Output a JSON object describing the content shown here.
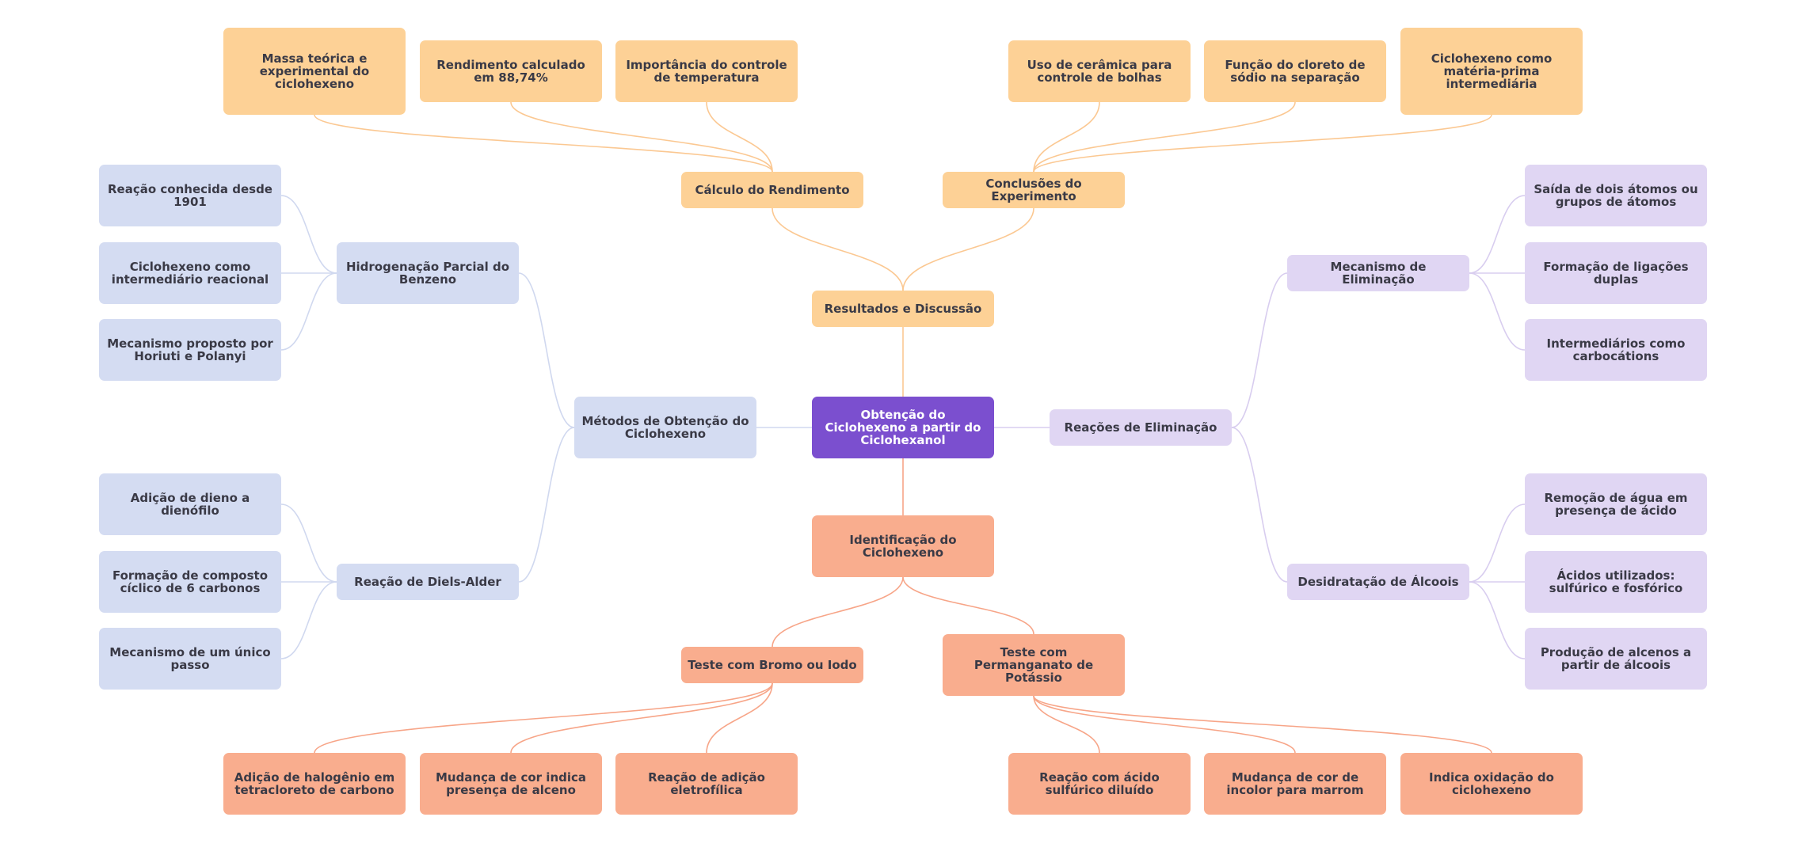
{
  "mindmap": {
    "center": "Obtenção do Ciclohexeno a partir do Ciclohexanol",
    "results": {
      "label": "Resultados e Discussão",
      "calculo": {
        "label": "Cálculo do Rendimento",
        "leaves": [
          "Massa teórica e experimental do ciclohexeno",
          "Rendimento calculado em 88,74%",
          "Importância do controle de temperatura"
        ]
      },
      "conclusoes": {
        "label": "Conclusões do Experimento",
        "leaves": [
          "Uso de cerâmica para controle de bolhas",
          "Função do cloreto de sódio na separação",
          "Ciclohexeno como matéria-prima intermediária"
        ]
      }
    },
    "metodos": {
      "label": "Métodos de Obtenção do Ciclohexeno",
      "hidrogenacao": {
        "label": "Hidrogenação Parcial do Benzeno",
        "leaves": [
          "Reação conhecida desde 1901",
          "Ciclohexeno como intermediário reacional",
          "Mecanismo proposto por Horiuti e Polanyi"
        ]
      },
      "diels": {
        "label": "Reação de Diels-Alder",
        "leaves": [
          "Adição de dieno a dienófilo",
          "Formação de composto cíclico de 6 carbonos",
          "Mecanismo de um único passo"
        ]
      }
    },
    "reacoes": {
      "label": "Reações de Eliminação",
      "mecanismo": {
        "label": "Mecanismo de Eliminação",
        "leaves": [
          "Saída de dois átomos ou grupos de átomos",
          "Formação de ligações duplas",
          "Intermediários como carbocátions"
        ]
      },
      "desidratacao": {
        "label": "Desidratação de Álcoois",
        "leaves": [
          "Remoção de água em presença de ácido",
          "Ácidos utilizados: sulfúrico e fosfórico",
          "Produção de alcenos a partir de álcoois"
        ]
      }
    },
    "identificacao": {
      "label": "Identificação do Ciclohexeno",
      "bromo": {
        "label": "Teste com Bromo ou Iodo",
        "leaves": [
          "Adição de halogênio em tetracloreto de carbono",
          "Mudança de cor indica presença de alceno",
          "Reação de adição eletrofílica"
        ]
      },
      "permanganato": {
        "label": "Teste com Permanganato de Potássio",
        "leaves": [
          "Reação com ácido sulfúrico diluído",
          "Mudança de cor de incolor para marrom",
          "Indica oxidação do ciclohexeno"
        ]
      }
    }
  },
  "colors": {
    "center": "#7b4fcf",
    "orange": "#fdd196",
    "blue": "#d4dcf2",
    "purple": "#e0d6f3",
    "salmon": "#f9ad8e",
    "link_orange": "#fbc892",
    "link_blue": "#d0d8ef",
    "link_purple": "#d8cdef",
    "link_salmon": "#f7a588"
  }
}
